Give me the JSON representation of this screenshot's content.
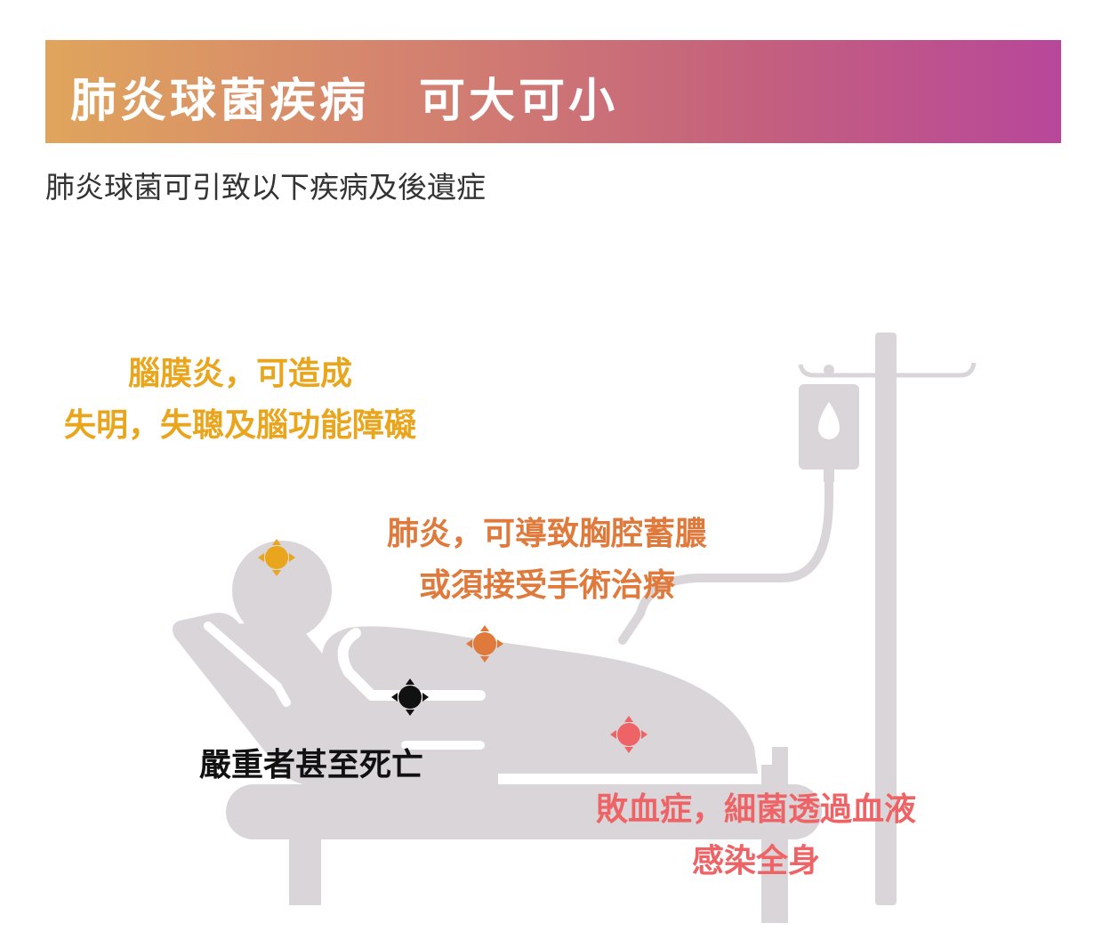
{
  "header": {
    "title": "肺炎球菌疾病　可大可小",
    "subtitle": "肺炎球菌可引致以下疾病及後遺症"
  },
  "notes": {
    "meningitis": {
      "line1": "腦膜炎，可造成",
      "line2": "失明，失聰及腦功能障礙",
      "color": "#e9a51c"
    },
    "pneumonia": {
      "line1": "肺炎，可導致胸腔蓄膿",
      "line2": "或須接受手術治療",
      "color": "#e07a3c"
    },
    "severe": {
      "line1": "嚴重者甚至死亡",
      "color": "#111111"
    },
    "sepsis": {
      "line1": "敗血症，細菌透過血液",
      "line2": "感染全身",
      "color": "#ee6466"
    }
  },
  "illustration": {
    "figure_color": "#d9d5d8",
    "icons": [
      "head-marker-icon",
      "chest-marker-icon",
      "heart-marker-icon",
      "abdomen-marker-icon",
      "iv-drip-icon",
      "hospital-bed-icon"
    ]
  }
}
